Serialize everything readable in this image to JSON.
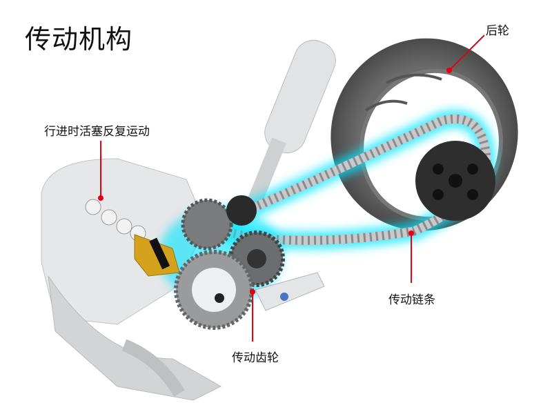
{
  "title": "传动机构",
  "callouts": {
    "rear_wheel": "后轮",
    "piston": "行进时活塞反复运动",
    "chain": "传动链条",
    "gear": "传动齿轮"
  },
  "colors": {
    "callout_line": "#e60012",
    "glow": "#00e5ff",
    "tire": "#5a5a5a",
    "parts": "#d9dadc",
    "gear_dark": "#3a3a3a",
    "accent_yellow": "#d4a21c"
  }
}
